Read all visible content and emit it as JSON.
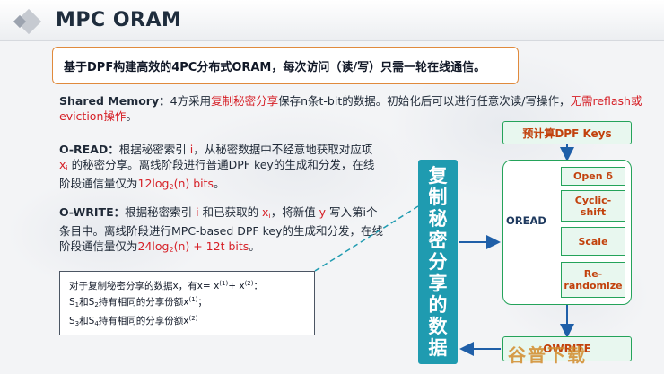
{
  "header": {
    "title": "MPC ORAM"
  },
  "banner": {
    "text": "基于DPF构建高效的4PC分布式ORAM，每次访问（读/写）只需一轮在线通信。"
  },
  "shared_memory": {
    "label": "Shared Memory：",
    "t1": "4方采用",
    "t2": "复制秘密分享",
    "t3": "保存n条t-bit的数据。初始化后可以进行任意次读/写操作，",
    "t4": "无需reflash或eviction操作",
    "t5": "。"
  },
  "oread_desc": {
    "label": "O-READ：",
    "t1": "根据秘密索引 ",
    "i": "i",
    "t2": "，从秘密数据中不经意地获取对应项 ",
    "x": "x",
    "xsub": "i",
    "t3": " 的秘密分享。离线阶段进行普通DPF key的生成和分发，在线阶段通信量仅为",
    "cost": "12log",
    "cost_sub": "2",
    "cost_end": "(n) bits",
    "t4": "。"
  },
  "owrite_desc": {
    "label": "O-WRITE：",
    "t1": "根据秘密索引 ",
    "i": "i",
    "t2": " 和已获取的 ",
    "x": "x",
    "xsub": "i",
    "t3": "，将新值 ",
    "y": "y",
    "t4": " 写入第i个条目中。离线阶段进行MPC-based DPF key的生成和分发，在线阶段通信量仅为",
    "cost": "24log",
    "cost_sub": "2",
    "cost_end": "(n) + 12t bits",
    "t5": "。"
  },
  "note": {
    "l1a": "对于复制秘密分享的数据x，有x= x",
    "l1s1": "(1)",
    "l1b": "+ x",
    "l1s2": "(2)",
    "l1c": "：",
    "l2a": "S",
    "l2s1": "1",
    "l2b": "和S",
    "l2s2": "2",
    "l2c": "持有相同的分享份额x",
    "l2s3": "(1)",
    "l2d": "；",
    "l3a": "S",
    "l3s1": "3",
    "l3b": "和S",
    "l3s2": "4",
    "l3c": "持有相同的分享份额x",
    "l3s3": "(2)"
  },
  "vertical_label": [
    "复",
    "制",
    "秘",
    "密",
    "分",
    "享",
    "的",
    "数",
    "据"
  ],
  "diagram": {
    "precompute": "预计算DPF Keys",
    "oread": "OREAD",
    "steps": [
      "Open δ",
      "Cyclic-\nshift",
      "Scale",
      "Re-\nrandomize"
    ],
    "owrite": "OWRITE"
  },
  "watermark": "谷普下载",
  "colors": {
    "accent_red": "#d61f26",
    "teal": "#1f9bb0",
    "green": "#24a35a",
    "orange": "#c2410c"
  }
}
